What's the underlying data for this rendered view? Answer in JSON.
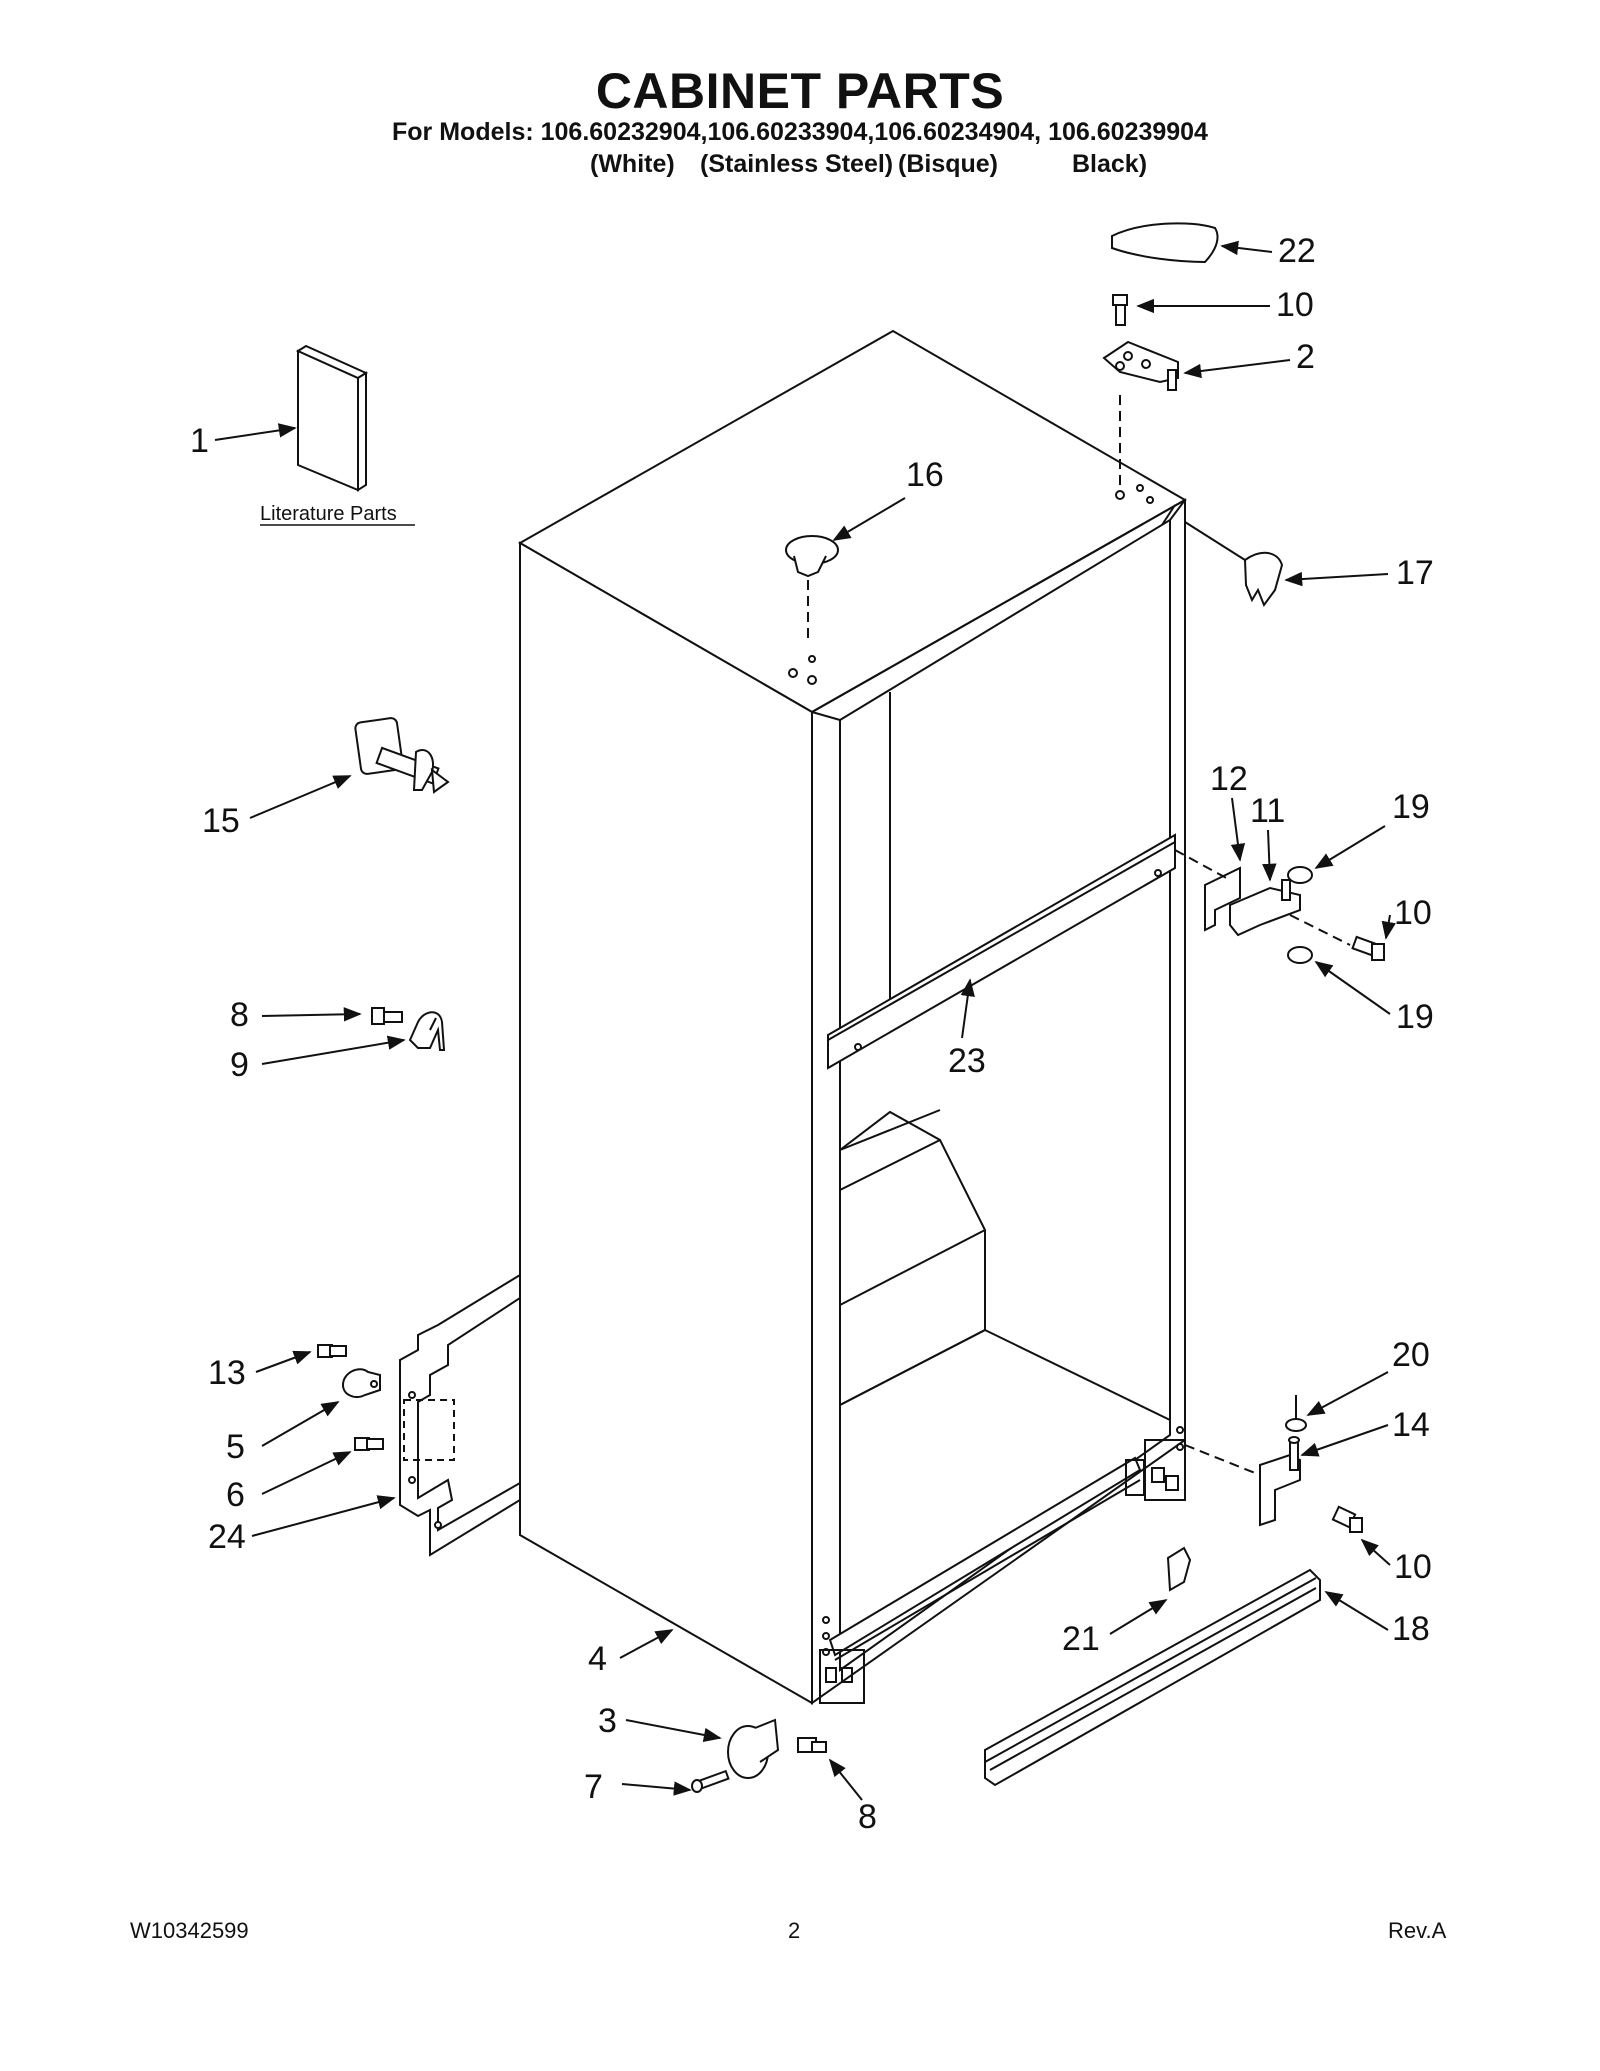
{
  "header": {
    "title": "CABINET PARTS",
    "models_line": "For Models: 106.60232904,106.60233904,106.60234904, 106.60239904",
    "colors": [
      "(White)",
      "(Stainless Steel)",
      "(Bisque)",
      "Black)"
    ]
  },
  "literature_label": "Literature Parts",
  "callouts": {
    "c1": "1",
    "c2": "2",
    "c3": "3",
    "c4": "4",
    "c5": "5",
    "c6": "6",
    "c7": "7",
    "c8a": "8",
    "c8b": "8",
    "c9": "9",
    "c10a": "10",
    "c10b": "10",
    "c10c": "10",
    "c11": "11",
    "c12": "12",
    "c13": "13",
    "c14": "14",
    "c15": "15",
    "c16": "16",
    "c17": "17",
    "c18": "18",
    "c19a": "19",
    "c19b": "19",
    "c20": "20",
    "c21": "21",
    "c22": "22",
    "c23": "23",
    "c24": "24"
  },
  "footer": {
    "doc_number": "W10342599",
    "page_number": "2",
    "revision": "Rev.A"
  }
}
